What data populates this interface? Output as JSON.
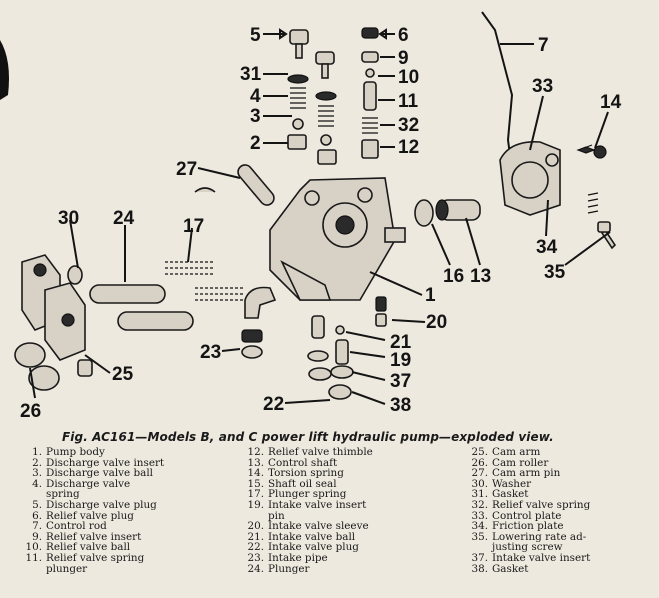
{
  "figure": {
    "caption": "Fig. AC161—Models B, and C power lift hydraulic pump—exploded view.",
    "callouts": [
      "5",
      "6",
      "7",
      "31",
      "9",
      "10",
      "4",
      "11",
      "3",
      "32",
      "2",
      "12",
      "33",
      "14",
      "27",
      "30",
      "24",
      "17",
      "16",
      "13",
      "34",
      "35",
      "1",
      "20",
      "23",
      "21",
      "19",
      "25",
      "37",
      "26",
      "22",
      "38"
    ]
  },
  "legend": {
    "col1": [
      {
        "n": "1.",
        "t": "Pump body"
      },
      {
        "n": "2.",
        "t": "Discharge valve insert"
      },
      {
        "n": "3.",
        "t": "Discharge valve ball"
      },
      {
        "n": "4.",
        "t": "Discharge valve\nspring"
      },
      {
        "n": "5.",
        "t": "Discharge valve plug"
      },
      {
        "n": "6.",
        "t": "Relief valve plug"
      },
      {
        "n": "7.",
        "t": "Control rod"
      },
      {
        "n": "9.",
        "t": "Relief valve insert"
      },
      {
        "n": "10.",
        "t": "Relief valve ball"
      },
      {
        "n": "11.",
        "t": "Relief valve spring\nplunger"
      }
    ],
    "col2": [
      {
        "n": "12.",
        "t": "Relief valve thimble"
      },
      {
        "n": "13.",
        "t": "Control shaft"
      },
      {
        "n": "14.",
        "t": "Torsion spring"
      },
      {
        "n": "15.",
        "t": "Shaft oil seal"
      },
      {
        "n": "17.",
        "t": "Plunger spring"
      },
      {
        "n": "19.",
        "t": "Intake valve insert\npin"
      },
      {
        "n": "20.",
        "t": "Intake valve sleeve"
      },
      {
        "n": "21.",
        "t": "Intake valve ball"
      },
      {
        "n": "22.",
        "t": "Intake valve plug"
      },
      {
        "n": "23.",
        "t": "Intake pipe"
      },
      {
        "n": "24.",
        "t": "Plunger"
      }
    ],
    "col3": [
      {
        "n": "25.",
        "t": "Cam arm"
      },
      {
        "n": "26.",
        "t": "Cam roller"
      },
      {
        "n": "27.",
        "t": "Cam arm pin"
      },
      {
        "n": "30.",
        "t": "Washer"
      },
      {
        "n": "31.",
        "t": "Gasket"
      },
      {
        "n": "32.",
        "t": "Relief valve spring"
      },
      {
        "n": "33.",
        "t": "Control plate"
      },
      {
        "n": "34.",
        "t": "Friction plate"
      },
      {
        "n": "35.",
        "t": "Lowering rate ad-\njusting screw"
      },
      {
        "n": "37.",
        "t": "Intake valve insert"
      },
      {
        "n": "38.",
        "t": "Gasket"
      }
    ]
  }
}
